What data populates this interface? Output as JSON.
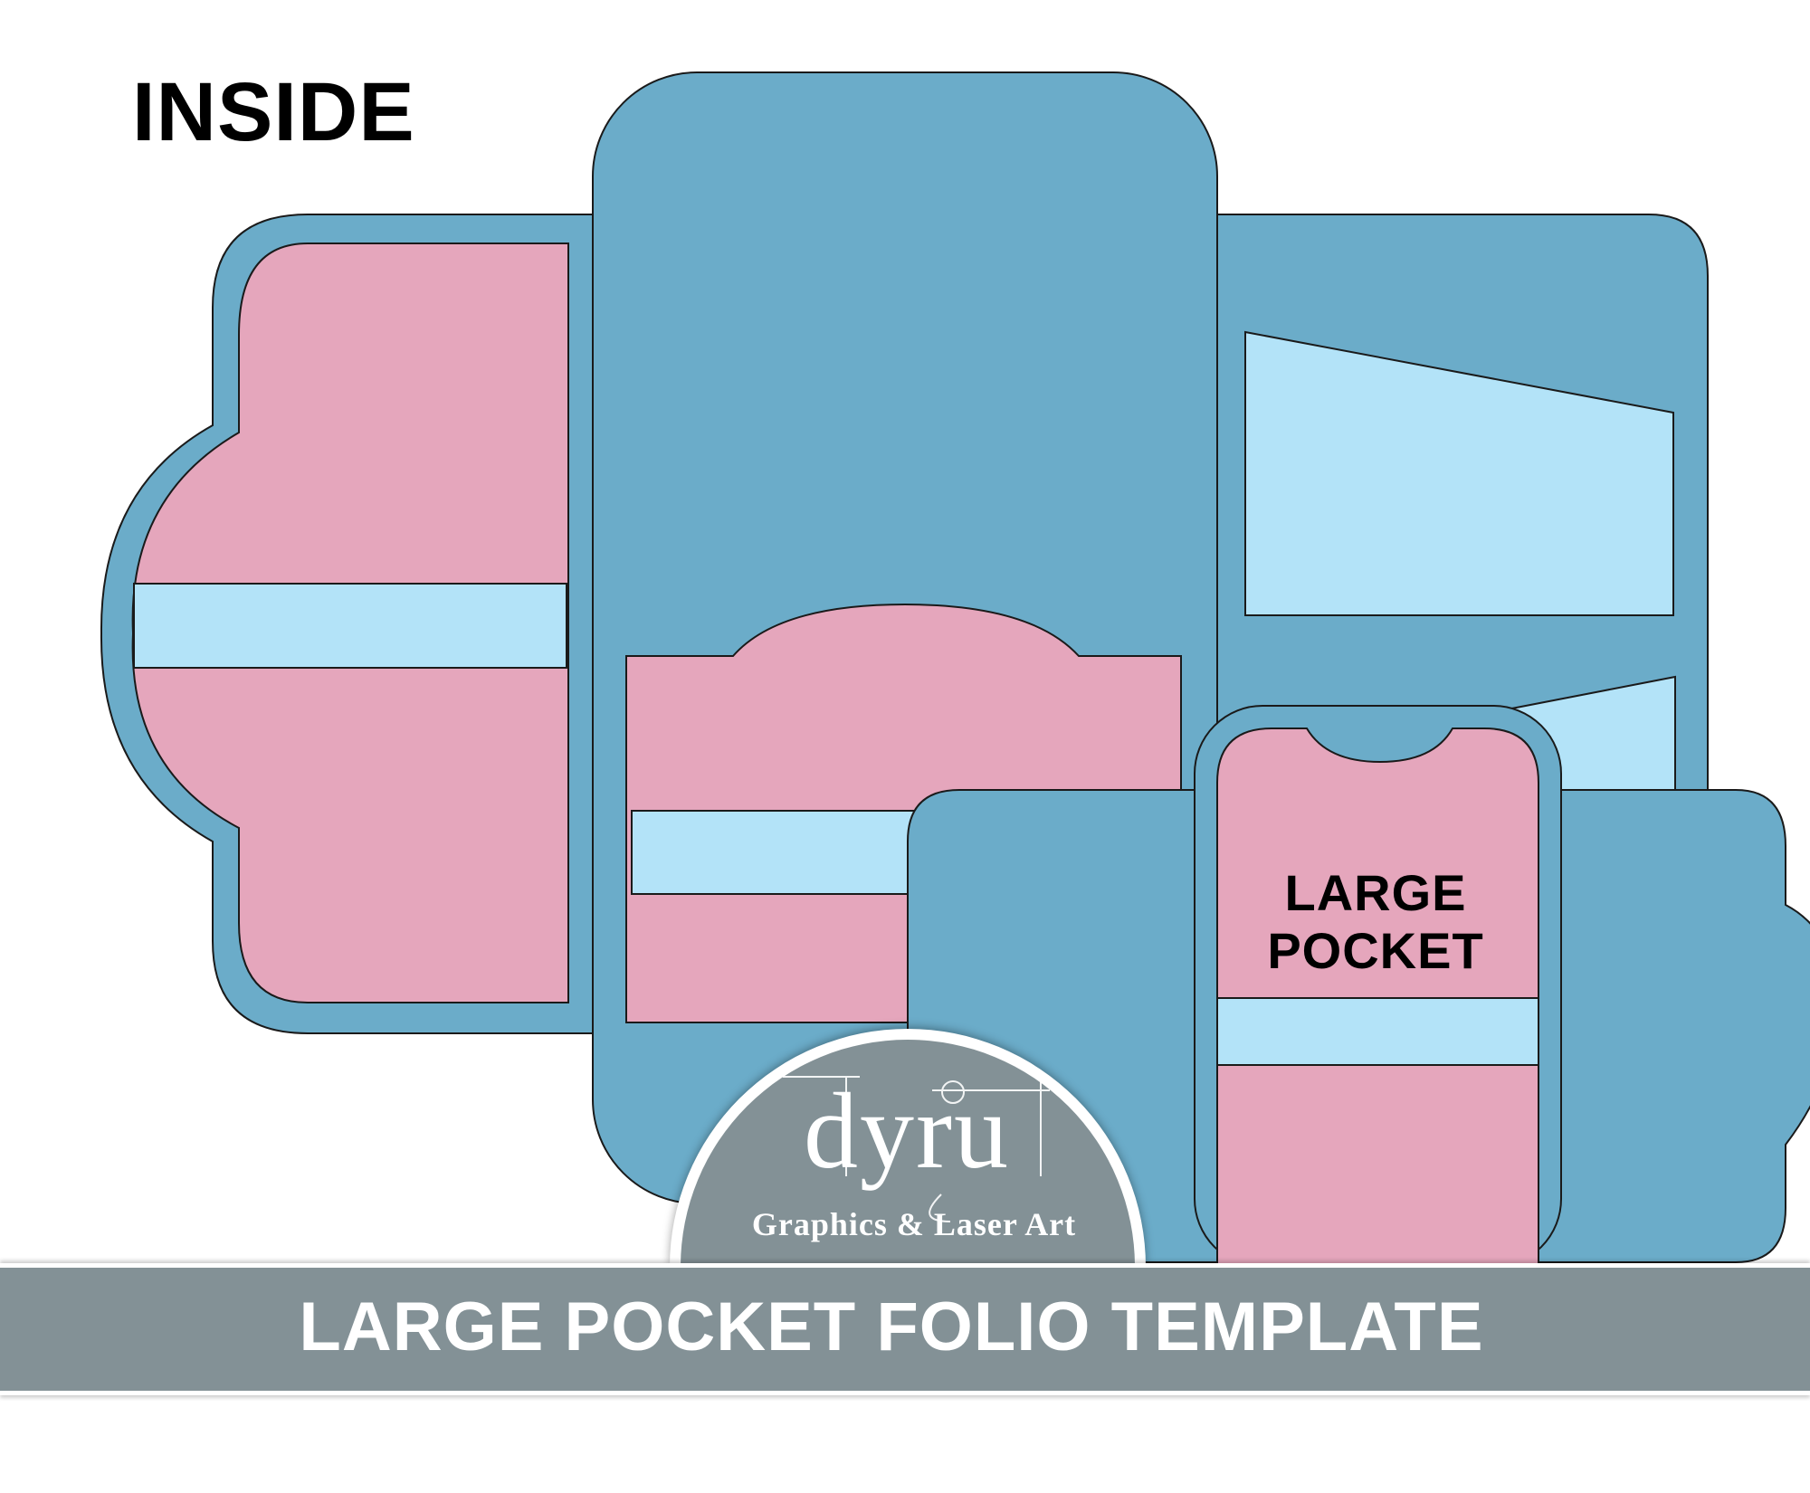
{
  "heading": "INSIDE",
  "pocket_label": {
    "line1": "LARGE",
    "line2": "POCKET"
  },
  "logo": {
    "wordmark": "dyru",
    "tagline": "Graphics & Laser Art"
  },
  "banner": {
    "title": "LARGE POCKET FOLIO TEMPLATE"
  },
  "colors": {
    "folio_blue": "#6BACC9",
    "pocket_pink": "#E5A6BC",
    "slot_light_blue": "#B3E3F8",
    "outline": "#1a1a1a",
    "banner_gray": "#839196",
    "text": "#000000",
    "banner_text": "#FFFFFF"
  }
}
